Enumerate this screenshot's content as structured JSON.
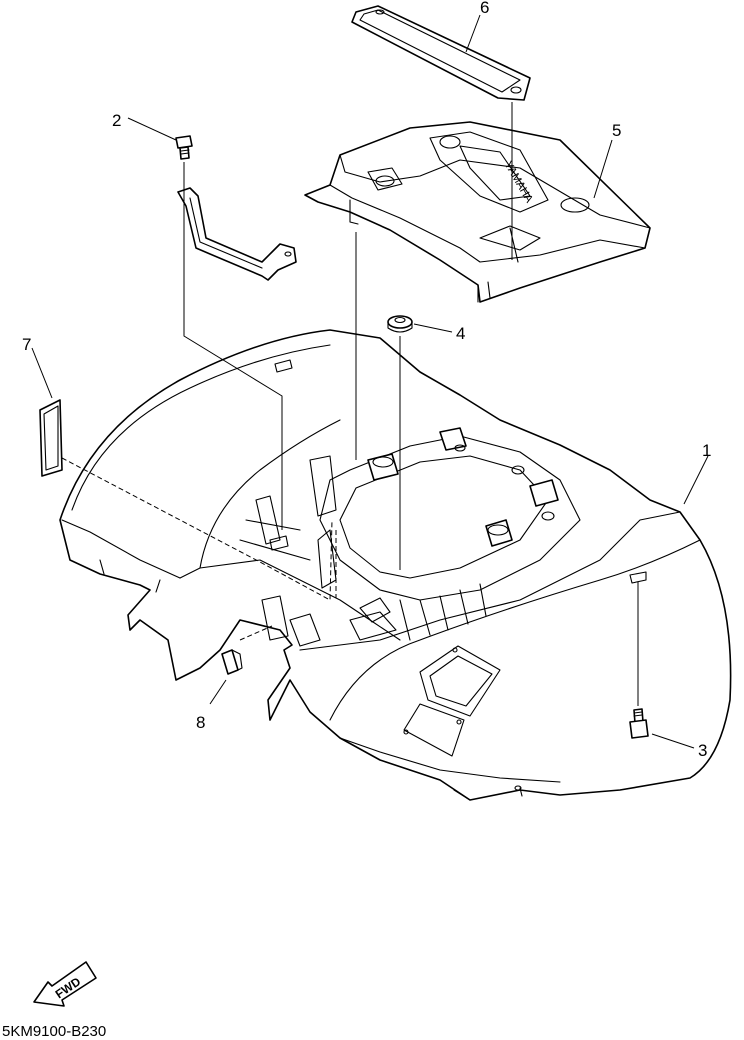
{
  "callouts": [
    {
      "id": "1",
      "label": "1"
    },
    {
      "id": "2",
      "label": "2"
    },
    {
      "id": "3",
      "label": "3"
    },
    {
      "id": "4",
      "label": "4"
    },
    {
      "id": "5",
      "label": "5"
    },
    {
      "id": "6",
      "label": "6"
    },
    {
      "id": "7",
      "label": "7"
    },
    {
      "id": "8",
      "label": "8"
    }
  ],
  "fwd_label": "FWD",
  "diagram_code": "5KM9100-B230"
}
